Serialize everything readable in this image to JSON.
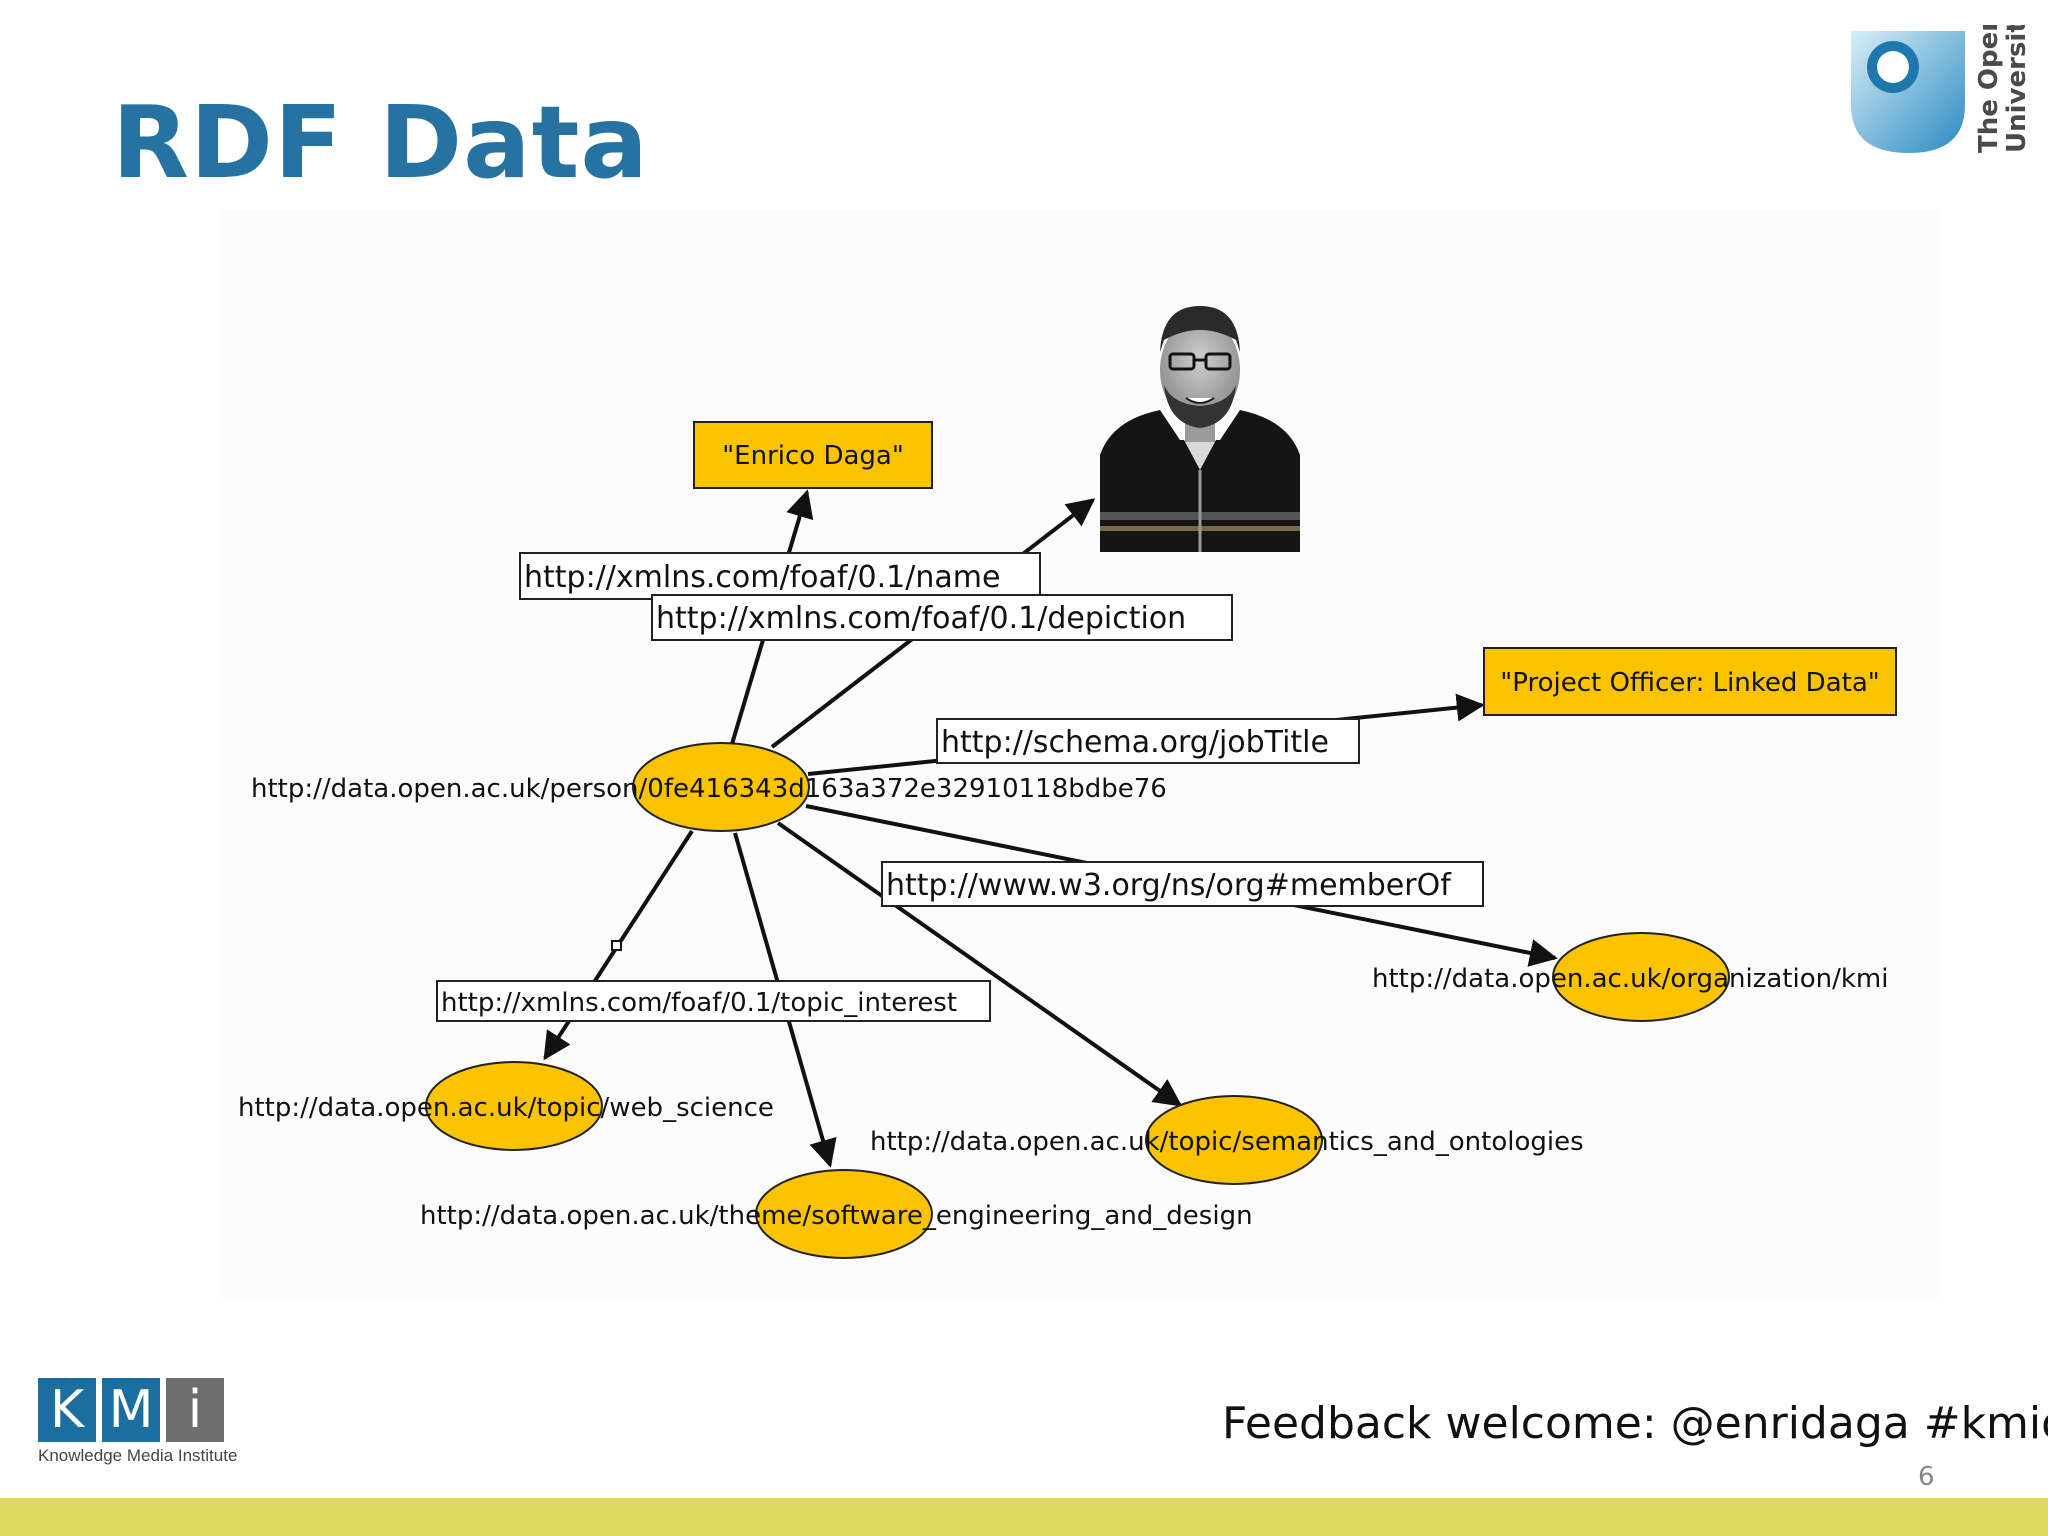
{
  "slide": {
    "title": "RDF Data",
    "feedback": "Feedback welcome: @enridaga #kmiou",
    "page_number": "6"
  },
  "logos": {
    "ou_line1": "The Open",
    "ou_line2": "University",
    "kmi_letters": [
      "K",
      "M",
      "i"
    ],
    "kmi_subtitle": "Knowledge Media Institute"
  },
  "diagram": {
    "subject": "http://data.open.ac.uk/person/0fe416343d163a372e32910118bdbe76",
    "literals": {
      "name": "\"Enrico Daga\"",
      "job": "\"Project Officer: Linked Data\""
    },
    "properties": {
      "name": "http://xmlns.com/foaf/0.1/name",
      "depiction": "http://xmlns.com/foaf/0.1/depiction",
      "jobtitle": "http://schema.org/jobTitle",
      "memberof": "http://www.w3.org/ns/org#memberOf",
      "topic_interest": "http://xmlns.com/foaf/0.1/topic_interest"
    },
    "objects": {
      "kmi": "http://data.open.ac.uk/organization/kmi",
      "web_science": "http://data.open.ac.uk/topic/web_science",
      "semantics": "http://data.open.ac.uk/topic/semantics_and_ontologies",
      "software": "http://data.open.ac.uk/theme/software_engineering_and_design"
    }
  }
}
